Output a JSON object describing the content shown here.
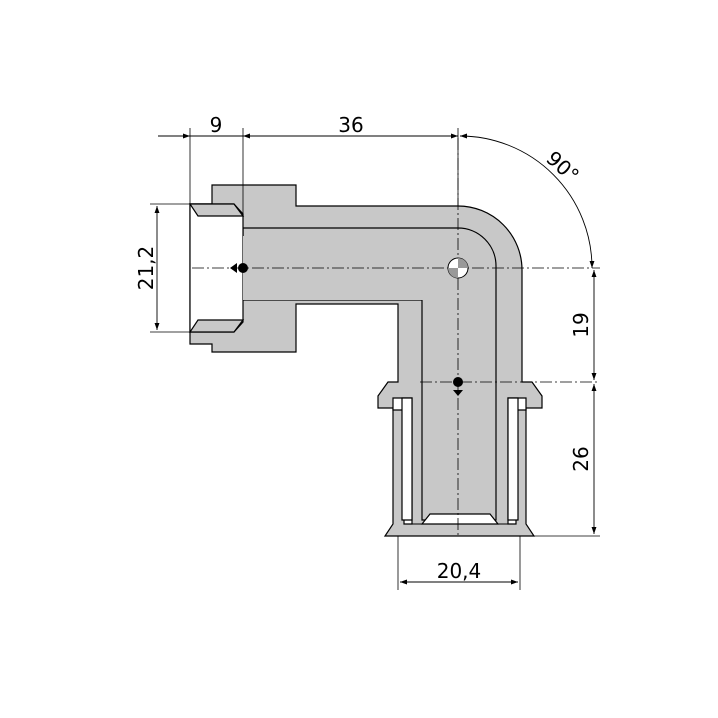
{
  "dimensions": {
    "flange_length": "9",
    "arm_length": "36",
    "angle": "90°",
    "female_thread_diameter": "21,2",
    "center_to_mark": "19",
    "fitting_length": "26",
    "fitting_diameter": "20,4"
  },
  "colors": {
    "part_fill": "#c8c8c8",
    "stroke": "#000000",
    "background": "#ffffff"
  }
}
